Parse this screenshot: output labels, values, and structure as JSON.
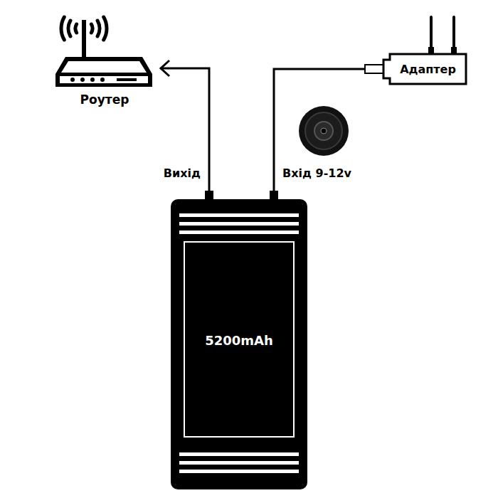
{
  "diagram": {
    "nodes": [
      {
        "text": [
          "Роутер"
        ]
      },
      {
        "text": [
          "Адаптер"
        ]
      },
      {
        "text": [
          "5200mAh"
        ]
      }
    ],
    "edges": [
      {
        "from": 2,
        "to": 0,
        "arrow": "to",
        "label": "Вихід"
      },
      {
        "from": 1,
        "to": 2,
        "arrow": "none",
        "label": "Вхід 9-12v"
      }
    ]
  }
}
